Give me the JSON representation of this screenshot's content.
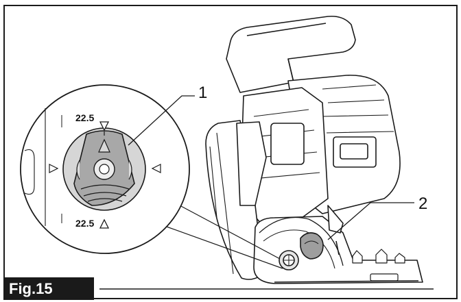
{
  "figure": {
    "label": "Fig.15",
    "callouts": [
      "1",
      "2"
    ],
    "scale_marks": {
      "top": "22.5",
      "bottom": "22.5"
    }
  }
}
